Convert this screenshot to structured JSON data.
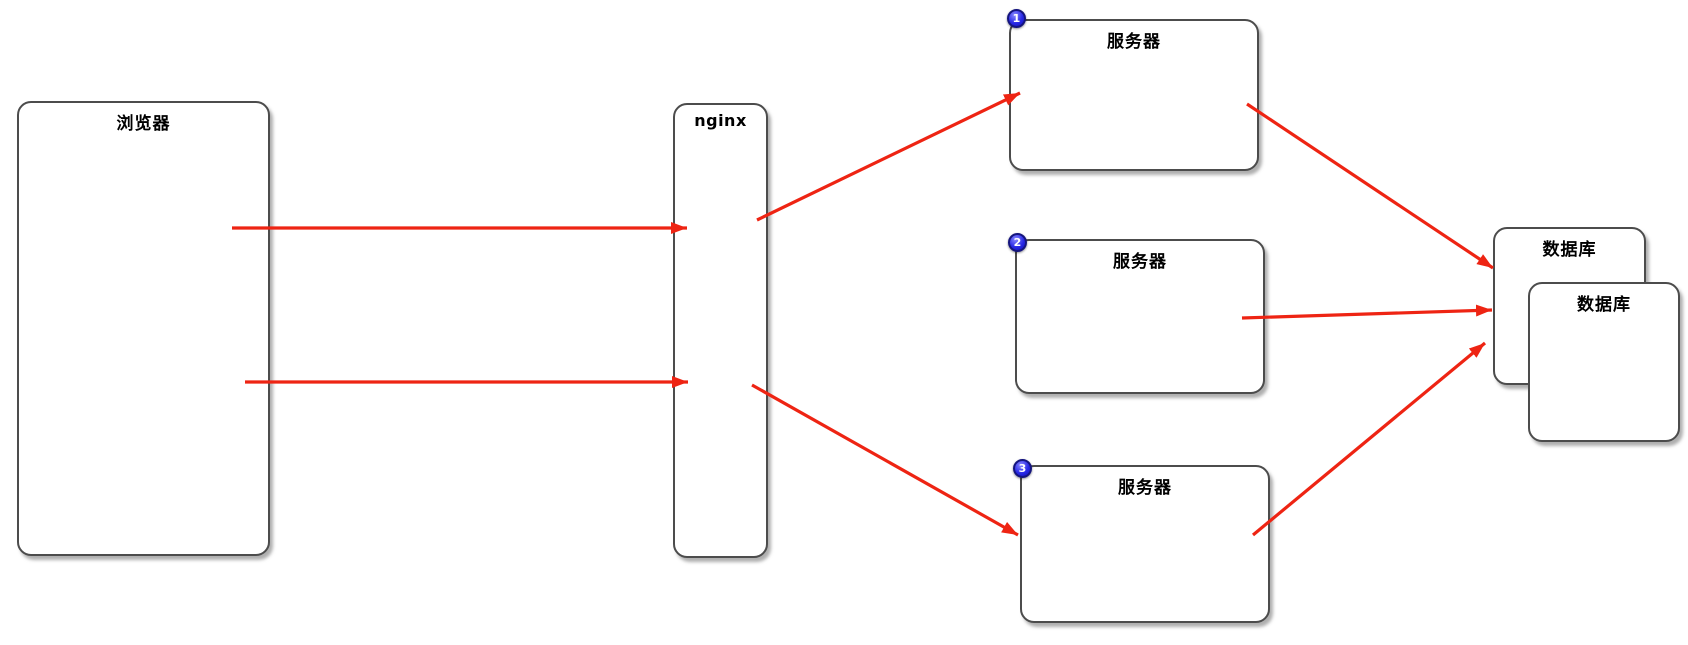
{
  "diagram": {
    "colors": {
      "box_fill": "#ffffff",
      "box_border": "#4c4c4c",
      "arrow_red": "#ee2413",
      "badge_blue": "#2a2ae6",
      "badge_text": "#ffffff",
      "label_text": "#000000"
    },
    "nodes": {
      "browser": {
        "label": "浏览器"
      },
      "nginx": {
        "label": "nginx"
      },
      "server1": {
        "label": "服务器",
        "badge": "1"
      },
      "server2": {
        "label": "服务器",
        "badge": "2"
      },
      "server3": {
        "label": "服务器",
        "badge": "3"
      },
      "db_back": {
        "label": "数据库"
      },
      "db_front": {
        "label": "数据库"
      }
    },
    "edges": [
      {
        "from": "browser",
        "to": "nginx"
      },
      {
        "from": "browser",
        "to": "nginx"
      },
      {
        "from": "nginx",
        "to": "server1"
      },
      {
        "from": "nginx",
        "to": "server3"
      },
      {
        "from": "server1",
        "to": "db_back"
      },
      {
        "from": "server2",
        "to": "db_back"
      },
      {
        "from": "server3",
        "to": "db_back"
      }
    ]
  }
}
